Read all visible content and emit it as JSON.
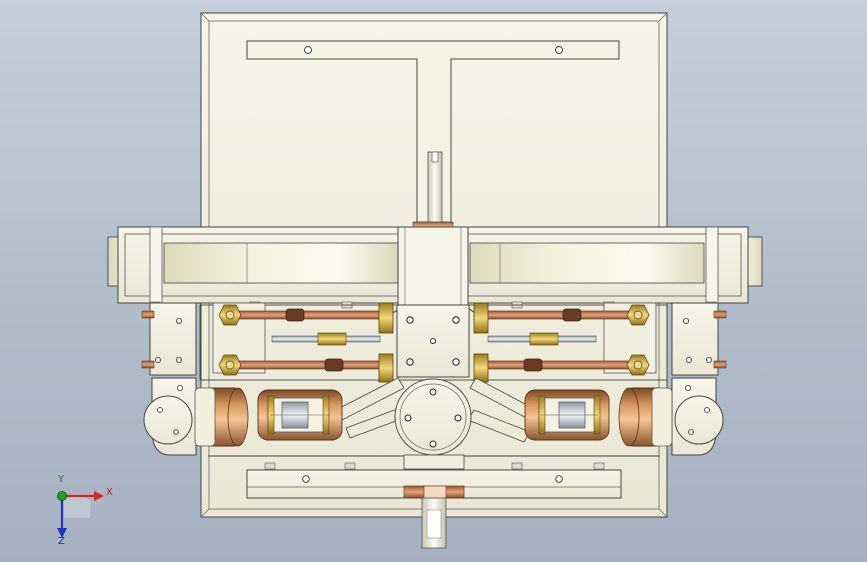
{
  "viewport": {
    "background_top": "#c5cfdb",
    "background_bottom": "#a5b1c1"
  },
  "triad": {
    "x_label": "X",
    "y_label": "Y",
    "z_label": "Z",
    "x_color": "#e02020",
    "y_color": "#20a020",
    "z_color": "#2030c0"
  },
  "colors": {
    "frame": "#f3f1e2",
    "outline": "#444444",
    "copper": "#c88a5a",
    "brass": "#d8b848",
    "bronze": "#c07a3a"
  }
}
